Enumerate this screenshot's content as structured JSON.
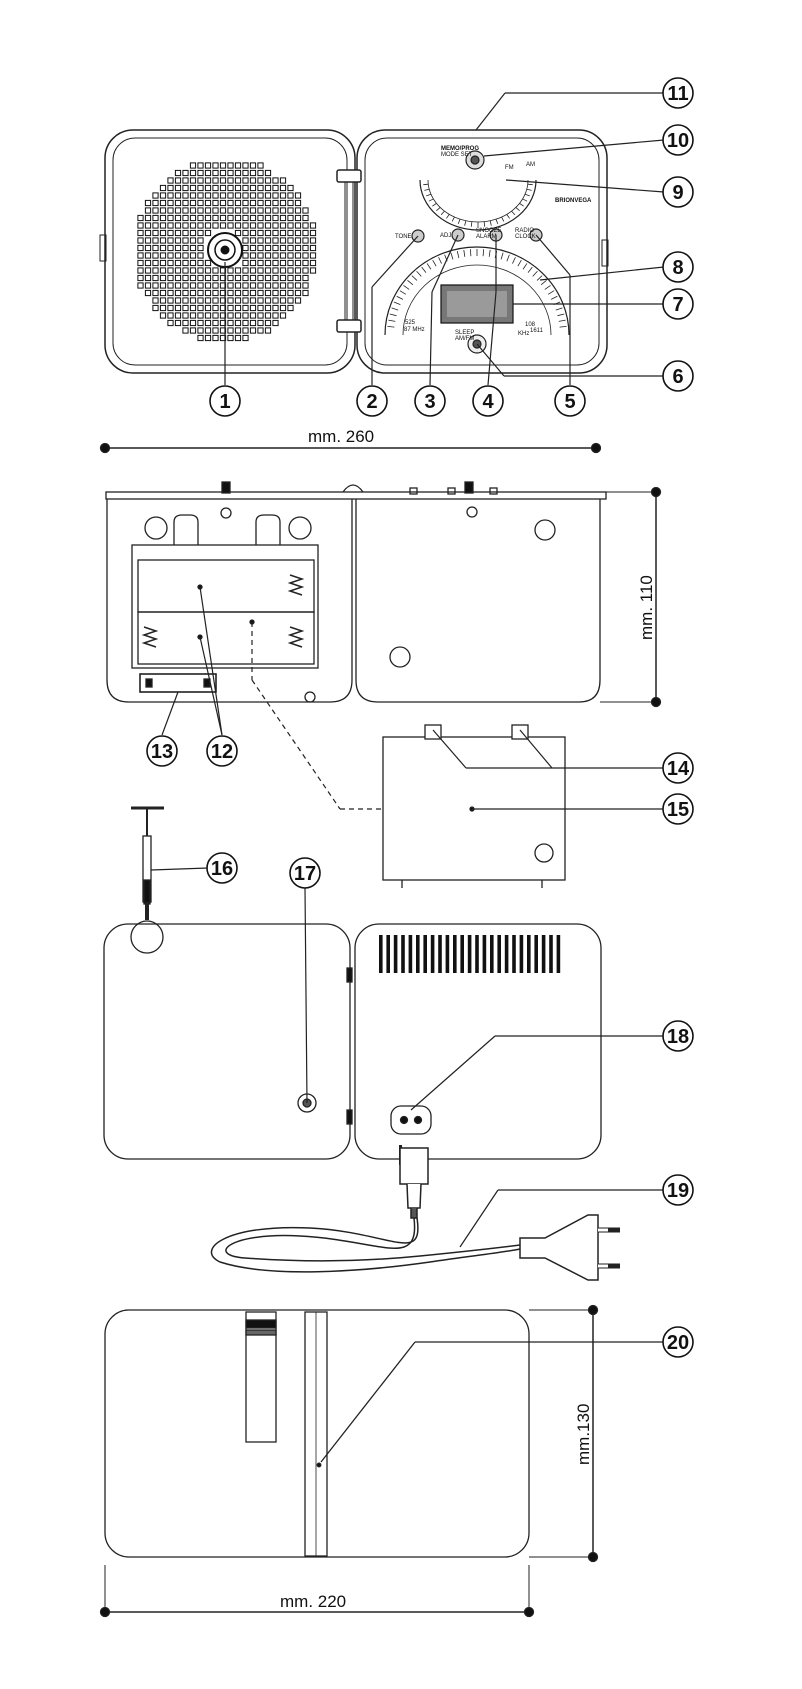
{
  "callouts": [
    "1",
    "2",
    "3",
    "4",
    "5",
    "6",
    "7",
    "8",
    "9",
    "10",
    "11",
    "12",
    "13",
    "14",
    "15",
    "16",
    "17",
    "18",
    "19",
    "20"
  ],
  "dimensions": {
    "width_top": "mm. 260",
    "height_side": "mm. 110",
    "height_bottom": "mm.130",
    "width_bottom": "mm. 220"
  },
  "panel_labels": {
    "memo_prog": "MEMO/PROG",
    "mode_set": "MODE SET",
    "fm": "FM",
    "am": "AM",
    "brand": "BRIONVEGA",
    "tone": "TONE",
    "adj": "ADJ",
    "snooze": "SNOOZE",
    "alarm": "ALARM",
    "radio": "RADIO",
    "clock": "CLOCK",
    "sleep": "SLEEP",
    "am_fm": "AM/FM",
    "mhz": "87 MHz",
    "khz": "KHz",
    "s_525": "525",
    "s_108": "108",
    "s_1611": "1611"
  },
  "colors": {
    "line": "#222222",
    "grille": "#111111"
  }
}
